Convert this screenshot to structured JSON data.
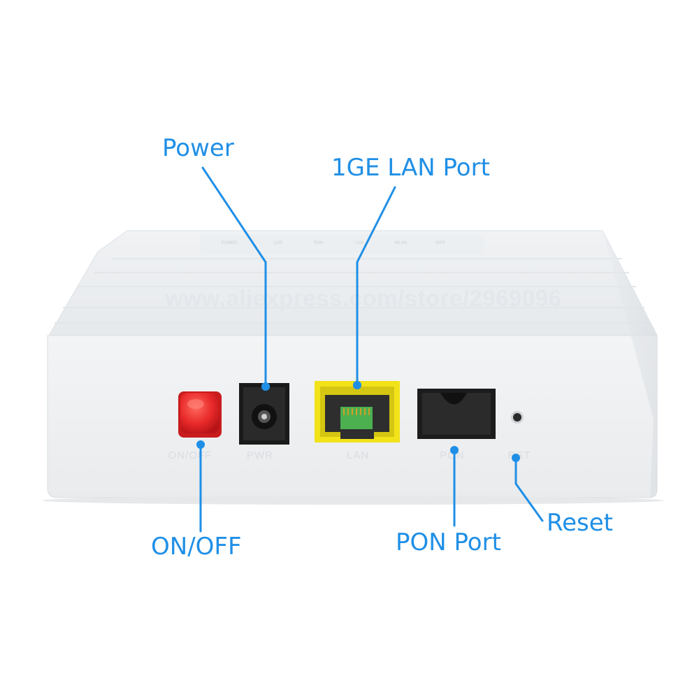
{
  "callouts": {
    "power": "Power",
    "lan": "1GE LAN Port",
    "onoff": "ON/OFF",
    "pon": "PON Port",
    "reset": "Reset"
  },
  "device": {
    "watermark": "www.aliexpress.com/store/2969096",
    "port_labels": {
      "onoff": "ON/OFF",
      "pwr": "PWR",
      "lan": "LAN",
      "pon": "PON",
      "rst": "RST"
    },
    "led_labels": [
      "POWER",
      "LOS",
      "PON",
      "LAN",
      "WLAN",
      "WPS"
    ]
  },
  "colors": {
    "callout_blue": "#1f8fe6",
    "button_red": "#e8292a",
    "lan_yellow": "#f2e21a",
    "body_white": "#f4f5f6"
  }
}
